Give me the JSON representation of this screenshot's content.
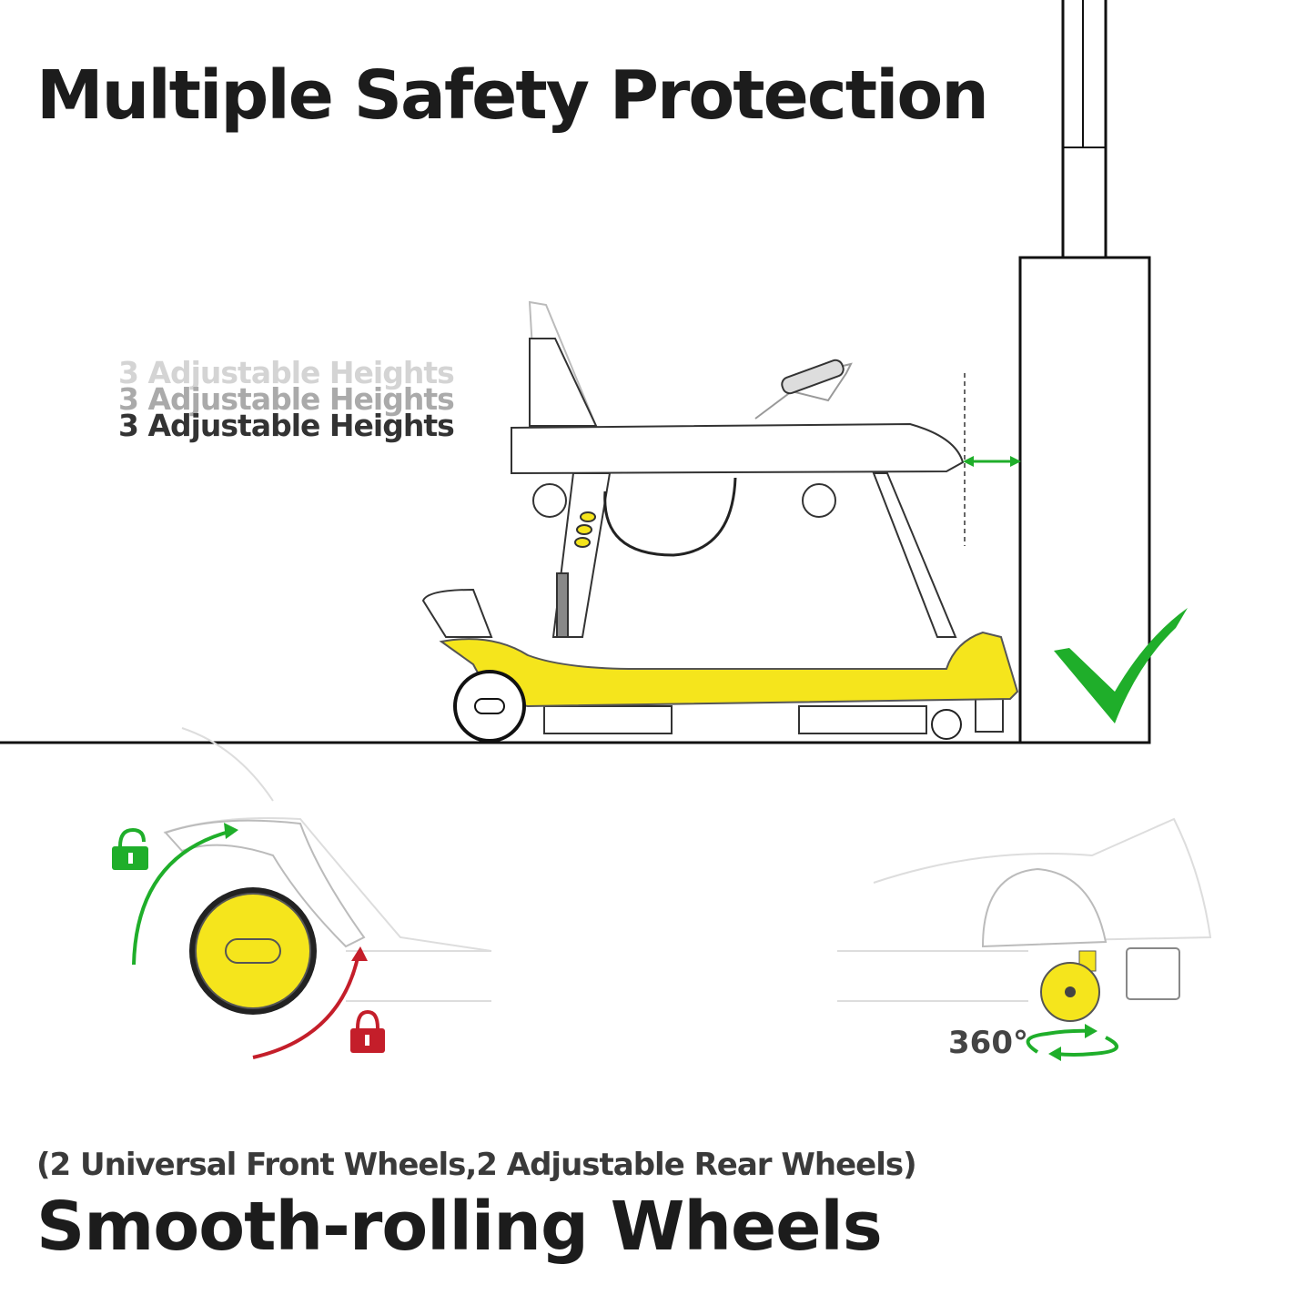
{
  "header": {
    "title": "Multiple Safety Protection"
  },
  "heights": {
    "labels": [
      "3 Adjustable Heights",
      "3 Adjustable Heights",
      "3 Adjustable Heights"
    ]
  },
  "wheels": {
    "rotation_label": "360°",
    "subtitle": "(2 Universal Front Wheels,2 Adjustable Rear Wheels)",
    "title": "Smooth-rolling Wheels"
  },
  "colors": {
    "accent_yellow": "#f5e51c",
    "green": "#1fae2a",
    "red": "#c41e2a",
    "ink": "#1c1c1c"
  },
  "icons": [
    "check-mark-icon",
    "unlock-icon",
    "lock-icon",
    "distance-arrow-icon",
    "rotation-arrows-icon"
  ]
}
